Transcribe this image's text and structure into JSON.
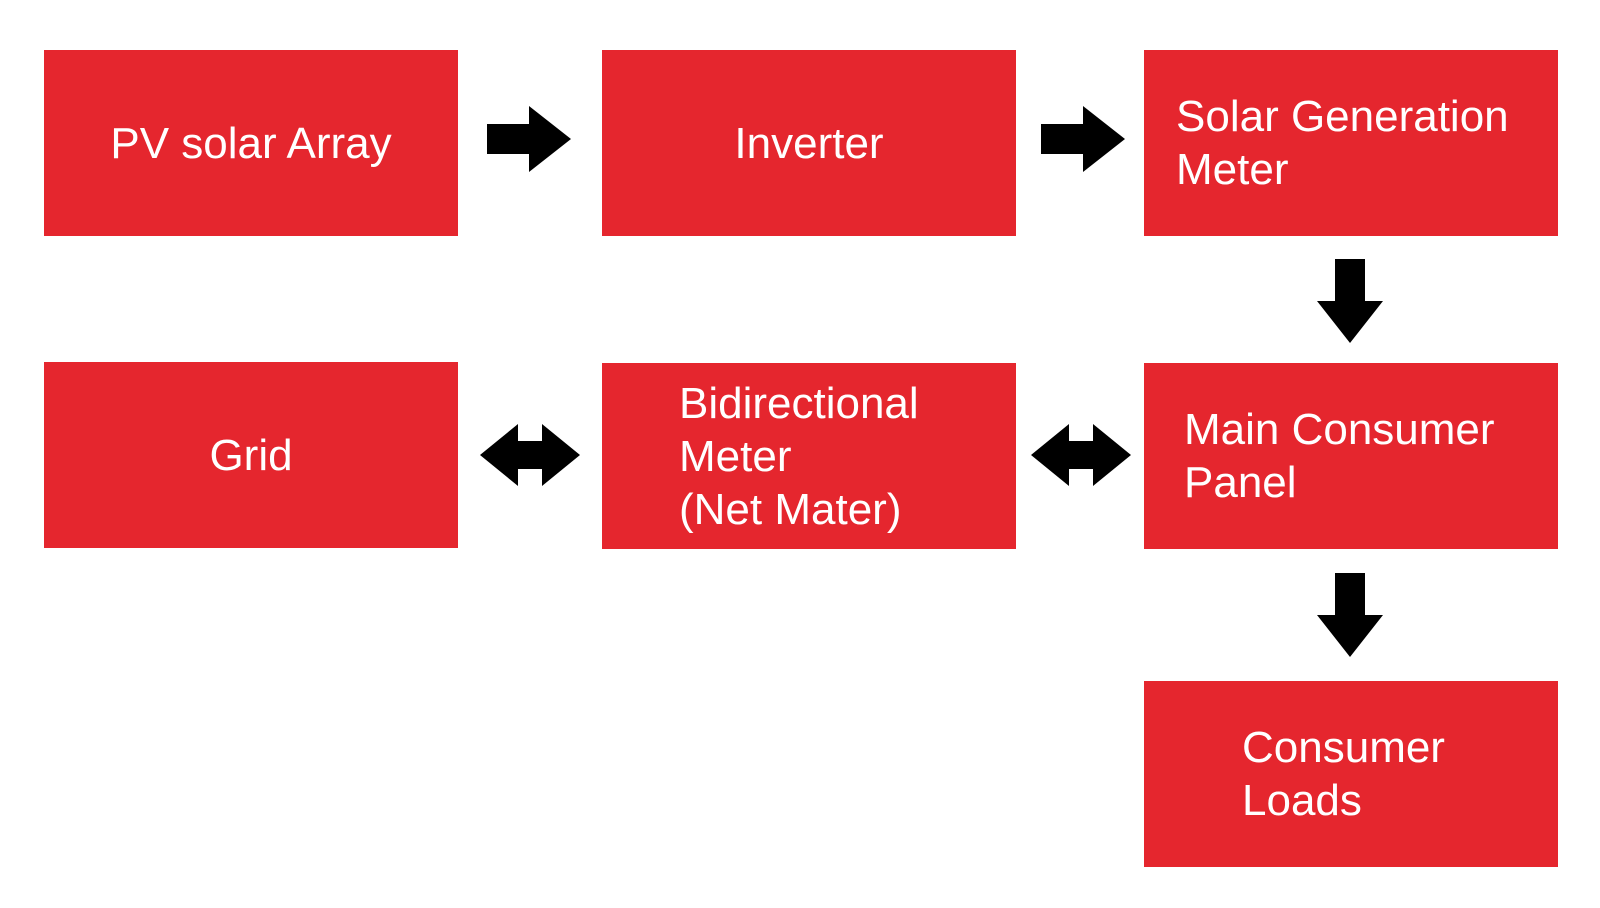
{
  "colors": {
    "box_fill": "#e5262e",
    "box_text": "#ffffff",
    "arrow": "#000000",
    "background": "#ffffff"
  },
  "nodes": {
    "pv_array": {
      "line1": "PV solar Array"
    },
    "inverter": {
      "line1": "Inverter"
    },
    "solar_meter": {
      "line1": "Solar Generation",
      "line2": "Meter"
    },
    "grid": {
      "line1": "Grid"
    },
    "bidirectional_meter": {
      "line1": "Bidirectional",
      "line2": "Meter",
      "line3": "(Net Mater)"
    },
    "main_panel": {
      "line1": "Main Consumer",
      "line2": "Panel"
    },
    "consumer_loads": {
      "line1": "Consumer",
      "line2": "Loads"
    }
  },
  "edges": [
    {
      "from": "pv_array",
      "to": "inverter",
      "direction": "right"
    },
    {
      "from": "inverter",
      "to": "solar_meter",
      "direction": "right"
    },
    {
      "from": "solar_meter",
      "to": "main_panel",
      "direction": "down"
    },
    {
      "from": "grid",
      "to": "bidirectional_meter",
      "direction": "both"
    },
    {
      "from": "bidirectional_meter",
      "to": "main_panel",
      "direction": "both"
    },
    {
      "from": "main_panel",
      "to": "consumer_loads",
      "direction": "down"
    }
  ]
}
